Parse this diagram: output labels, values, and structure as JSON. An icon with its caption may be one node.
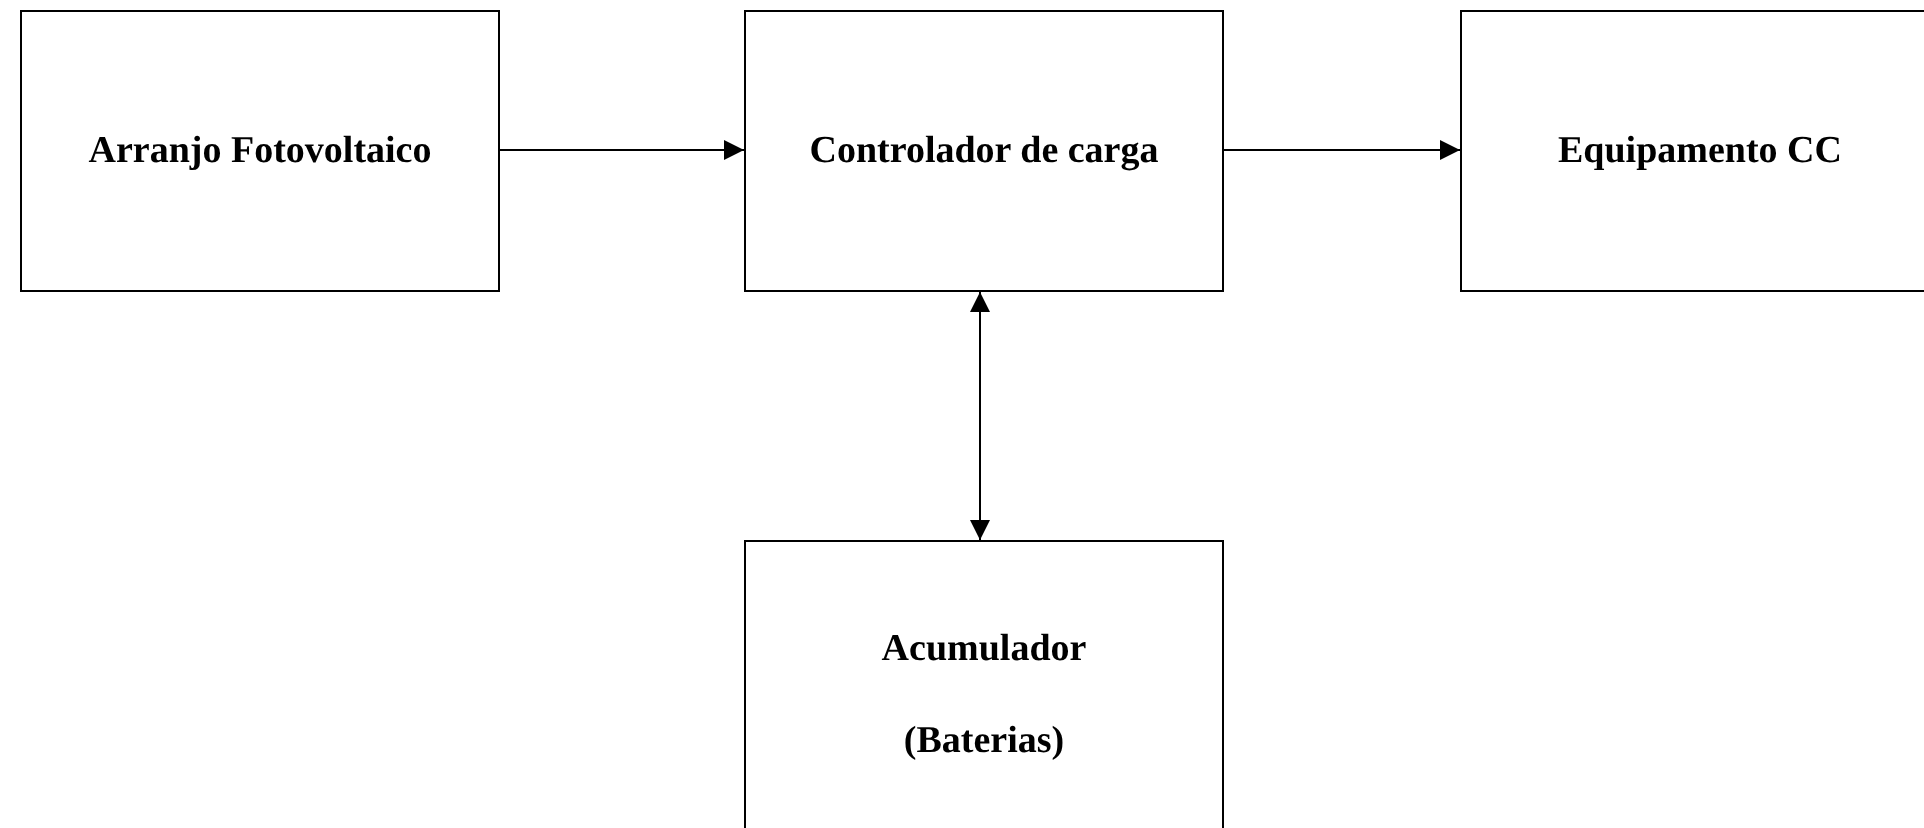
{
  "diagram": {
    "nodes": [
      {
        "text": [
          "Arranjo Fotovoltaico"
        ]
      },
      {
        "text": [
          "Controlador de carga"
        ]
      },
      {
        "text": [
          "Equipamento CC"
        ]
      },
      {
        "text": [
          "Acumulador",
          "(Baterias)"
        ]
      }
    ],
    "edges": [
      {
        "from": 0,
        "to": 1,
        "arrow": "to"
      },
      {
        "from": 1,
        "to": 2,
        "arrow": "to"
      },
      {
        "from": 1,
        "to": 3,
        "arrow": "both"
      }
    ]
  }
}
